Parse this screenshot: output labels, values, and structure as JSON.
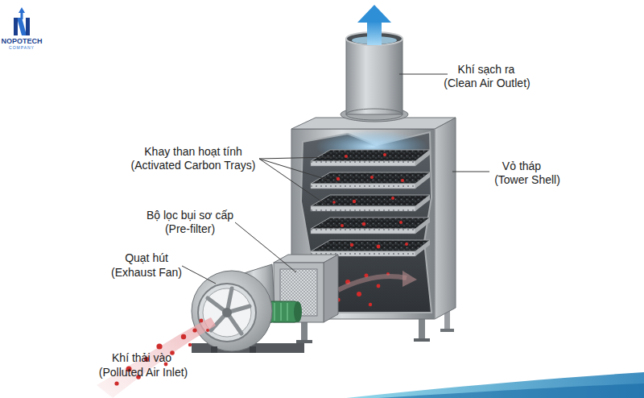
{
  "diagram": {
    "labels": [
      "Khí sạch ra",
      "(Clean Air Outlet)",
      "Khay than hoạt tính",
      "(Activated Carbon Trays)",
      "Vỏ tháp",
      "(Tower Shell)",
      "Bộ lọc bụi sơ cấp",
      "(Pre-filter)",
      "Quạt hút",
      "(Exhaust Fan)",
      "Khí thải vào",
      "(Polluted Air Inlet)",
      "NOPOTECH",
      "COMPANY"
    ]
  }
}
